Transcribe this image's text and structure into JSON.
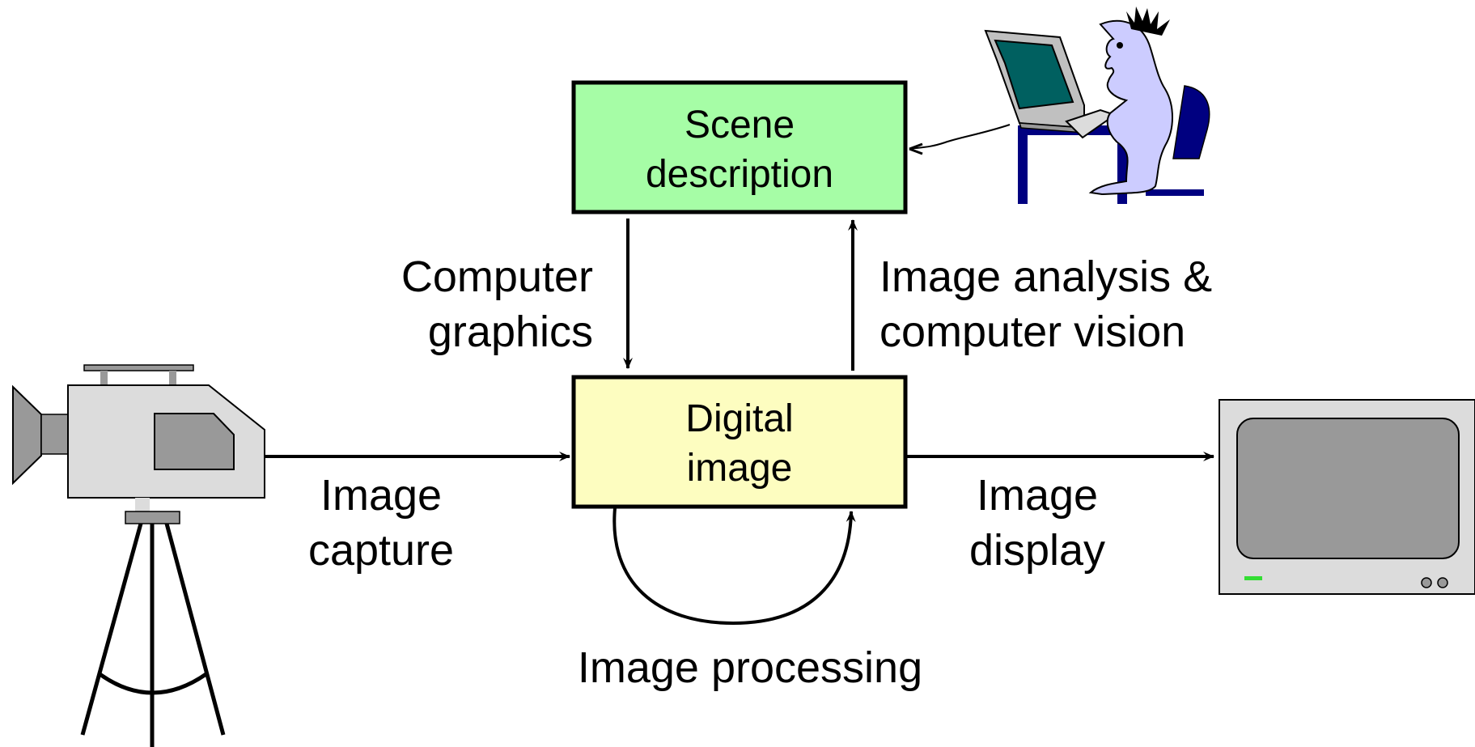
{
  "colors": {
    "scene_box_fill": "#a6fda6",
    "digital_box_fill": "#fdfdc0",
    "stroke": "#000000",
    "camera_body": "#dcdcdc",
    "camera_dark": "#999999",
    "monitor_screen": "#999999",
    "monitor_led": "#33dd33",
    "screen_teal": "#006060",
    "person_skin": "#ccccff",
    "chair_navy": "#000080"
  },
  "nodes": {
    "scene": {
      "line1": "Scene",
      "line2": "description"
    },
    "digital": {
      "line1": "Digital",
      "line2": "image"
    }
  },
  "edges": {
    "computer_graphics": {
      "line1": "Computer",
      "line2": "graphics"
    },
    "image_analysis": {
      "line1": "Image analysis &",
      "line2": "computer vision"
    },
    "image_capture": {
      "line1": "Image",
      "line2": "capture"
    },
    "image_display": {
      "line1": "Image",
      "line2": "display"
    },
    "image_processing": {
      "line1": "Image processing"
    }
  },
  "icons": {
    "camera": "video-camera-on-tripod-icon",
    "monitor": "tv-monitor-icon",
    "user": "person-at-computer-icon"
  }
}
